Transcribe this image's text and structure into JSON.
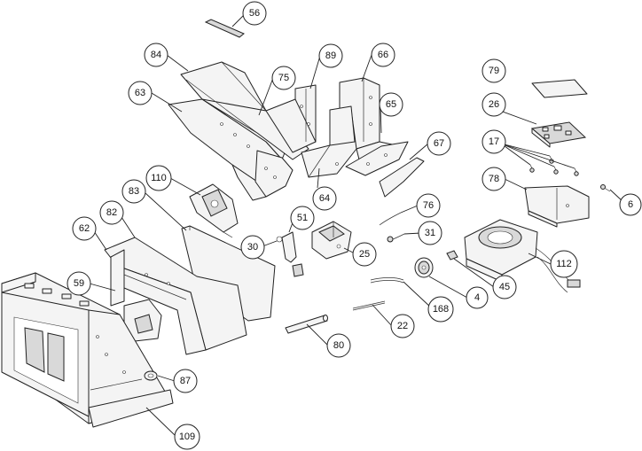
{
  "callouts": {
    "c56": "56",
    "c84": "84",
    "c89": "89",
    "c66": "66",
    "c75": "75",
    "c63": "63",
    "c65": "65",
    "c67": "67",
    "c79": "79",
    "c26": "26",
    "c17": "17",
    "c78": "78",
    "c6": "6",
    "c110": "110",
    "c64": "64",
    "c83": "83",
    "c76": "76",
    "c82": "82",
    "c51": "51",
    "c62": "62",
    "c30": "30",
    "c31": "31",
    "c25": "25",
    "c112": "112",
    "c59": "59",
    "c45": "45",
    "c4": "4",
    "c168": "168",
    "c22": "22",
    "c80": "80",
    "c87": "87",
    "c109": "109"
  }
}
